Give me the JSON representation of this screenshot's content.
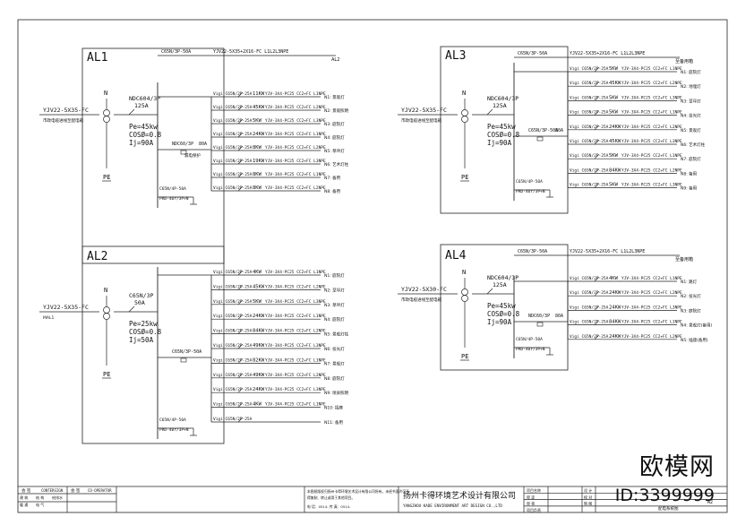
{
  "panels": [
    {
      "id": "AL1",
      "title": "AL1",
      "incoming_cable": "YJV22-5X35-FC",
      "incoming_note": "市政电缆进线至配电箱",
      "main_breaker": [
        "NDC604/3P",
        "125A"
      ],
      "params": [
        "Pe=45kw",
        "COSØ=0.8",
        "Ij=90A"
      ],
      "top_breaker": "C65N/3P-50A",
      "top_cable": "YJV22-5X35+2X16-FC  L1L2L3NPE",
      "top_note": "AL2",
      "sub_breaker": [
        "NDC60/3P",
        "80A"
      ],
      "sub_note": "漏电保护",
      "spare_breaker": [
        "C65N/4P-50A",
        "PRD-40r/3P+N"
      ],
      "circuits": [
        {
          "breaker": "Vigi C65N/2P-25A",
          "load": "11KW",
          "cable": "YJV-3X4-PC25 CC2+FC L1NPE",
          "name": "N1: 景观灯"
        },
        {
          "breaker": "Vigi C65N/2P-25A",
          "load": "45KW",
          "cable": "YJV-3X4-PC25 CC2+FC L2NPE",
          "name": "N2: 景观照明"
        },
        {
          "breaker": "Vigi C65N/2P-25A",
          "load": "5KW",
          "cable": "YJV-3X4-PC25 CC2+FC L3NPE",
          "name": "N3: 庭院灯"
        },
        {
          "breaker": "Vigi C65N/2P-25A",
          "load": "24KW",
          "cable": "YJV-3X4-PC25 CC2+FC L1NPE",
          "name": "N4: 庭院灯"
        },
        {
          "breaker": "Vigi C65N/2P-25A",
          "load": "8KW",
          "cable": "YJV-3X4-PC25 CC2+FC L2NPE",
          "name": "N5: 草坪灯"
        },
        {
          "breaker": "Vigi C65N/2P-25A",
          "load": "19KW",
          "cable": "YJV-3X4-PC25 CC2+FC L3NPE",
          "name": "N6: 艺术灯柱"
        },
        {
          "breaker": "Vigi C65N/2P-25A",
          "load": "8KW",
          "cable": "YJV-3X4-PC25 CC2+FC L1NPE",
          "name": "N7: 备用"
        },
        {
          "breaker": "Vigi C65N/2P-25A",
          "load": "8KW",
          "cable": "YJV-3X4-PC25 CC2+FC L2NPE",
          "name": "N8: 备用"
        }
      ]
    },
    {
      "id": "AL2",
      "title": "AL2",
      "incoming_cable": "YJV22-5X35-FC",
      "incoming_note": "MAL1",
      "main_breaker": [
        "C65N/3P",
        "50A"
      ],
      "params": [
        "Pe=25kw",
        "COSØ=0.8",
        "Ij=50A"
      ],
      "sub_breaker": [
        "C65N/3P-50A",
        ""
      ],
      "spare_breaker": [
        "C65N/4P-50A",
        "PRD-40r/3P+N"
      ],
      "circuits": [
        {
          "breaker": "Vigi C65N/2P-25A",
          "load": "4KW",
          "cable": "YJV-3X4-PC25 CC2+FC L1NPE",
          "name": "N1: 庭院灯"
        },
        {
          "breaker": "Vigi C65N/2P-25A",
          "load": "45KW",
          "cable": "YJV-3X4-PC25 CC2+FC L2NPE",
          "name": "N2: 草坪灯"
        },
        {
          "breaker": "Vigi C65N/2P-25A",
          "load": "5KW",
          "cable": "YJV-3X4-PC25 CC2+FC L3NPE",
          "name": "N3: 草坪灯"
        },
        {
          "breaker": "Vigi C65N/2P-25A",
          "load": "24KW",
          "cable": "YJV-3X4-PC25 CC2+FC L1NPE",
          "name": "N4: 庭院灯"
        },
        {
          "breaker": "Vigi C65N/2P-25A",
          "load": "84KW",
          "cable": "YJV-3X4-PC25 CC2+FC L2NPE",
          "name": "N5: 景观灯柱"
        },
        {
          "breaker": "Vigi C65N/2P-25A",
          "load": "49KW",
          "cable": "YJV-3X4-PC25 CC2+FC L3NPE",
          "name": "N6: 投光灯"
        },
        {
          "breaker": "Vigi C65N/2P-25A",
          "load": "82KW",
          "cable": "YJV-3X4-PC25 CC2+FC L1NPE",
          "name": "N7: 景观灯"
        },
        {
          "breaker": "Vigi C65N/2P-25A",
          "load": "49KW",
          "cable": "YJV-3X4-PC25 CC2+FC L2NPE",
          "name": "N8: 庭院灯"
        },
        {
          "breaker": "Vigi C65N/2P-25A",
          "load": "24KW",
          "cable": "YJV-3X4-PC25 CC2+FC L3NPE",
          "name": "N9: 喷泉照明"
        },
        {
          "breaker": "Vigi C65N/2P-25A",
          "load": "4KW",
          "cable": "YJV-3X4-PC25 CC2+FC L1NPE",
          "name": "N10: 插座"
        },
        {
          "breaker": "Vigi C65N/2P-25A",
          "load": "",
          "cable": "",
          "name": "N11: 备用"
        }
      ]
    },
    {
      "id": "AL3",
      "title": "AL3",
      "incoming_cable": "YJV22-5X35-FC",
      "incoming_note": "市政电缆进线至配电箱",
      "main_breaker": [
        "NDC604/3P",
        "125A"
      ],
      "params": [
        "Pe=45kw",
        "COSØ=0.8",
        "Ij=90A"
      ],
      "top_breaker": "C65N/3P-50A",
      "top_cable": "YJV22-5X35+2X16-FC  L1L2L3NPE",
      "top_note": "至备用箱",
      "sub_breaker": [
        "C65N/3P-50A",
        "80A"
      ],
      "spare_breaker": [
        "C65N/4P-50A",
        "PRD-40r/3P+N"
      ],
      "circuits": [
        {
          "breaker": "Vigi C65N/2P-25A",
          "load": "5KW",
          "cable": "YJV-3X4-PC25 CC2+FC L1NPE",
          "name": "N1: 庭院灯"
        },
        {
          "breaker": "Vigi C65N/2P-25A",
          "load": "45KW",
          "cable": "YJV-3X4-PC25 CC2+FC L2NPE",
          "name": "N2: 地埋灯"
        },
        {
          "breaker": "Vigi C65N/2P-25A",
          "load": "5KW",
          "cable": "YJV-3X4-PC25 CC2+FC L3NPE",
          "name": "N3: 草坪灯"
        },
        {
          "breaker": "Vigi C65N/2P-25A",
          "load": "5KW",
          "cable": "YJV-3X4-PC25 CC2+FC L1NPE",
          "name": "N4: 投光灯"
        },
        {
          "breaker": "Vigi C65N/2P-25A",
          "load": "24KW",
          "cable": "YJV-3X4-PC25 CC2+FC L2NPE",
          "name": "N5: 景观灯"
        },
        {
          "breaker": "Vigi C65N/2P-25A",
          "load": "45KW",
          "cable": "YJV-3X4-PC25 CC2+FC L3NPE",
          "name": "N6: 艺术灯柱"
        },
        {
          "breaker": "Vigi C65N/2P-25A",
          "load": "5KW",
          "cable": "YJV-3X4-PC25 CC2+FC L1NPE",
          "name": "N7: 庭院灯"
        },
        {
          "breaker": "Vigi C65N/2P-25A",
          "load": "84KW",
          "cable": "YJV-3X4-PC25 CC2+FC L2NPE",
          "name": "N8: 备用"
        },
        {
          "breaker": "Vigi C65N/2P-25A",
          "load": "5KW",
          "cable": "YJV-3X4-PC25 CC2+FC L3NPE",
          "name": "N9: 备用"
        }
      ]
    },
    {
      "id": "AL4",
      "title": "AL4",
      "incoming_cable": "YJV22-5X30-FC",
      "incoming_note": "市政电缆进线至配电箱",
      "main_breaker": [
        "NDC604/3P",
        "125A"
      ],
      "params": [
        "Pe=45kw",
        "COSØ=0.8",
        "Ij=90A"
      ],
      "top_breaker": "C65N/3P-50A",
      "top_cable": "YJV22-5X35+2X16-FC  L1L2L3NPE",
      "top_note": "至备用箱",
      "sub_breaker": [
        "NDC60/3P",
        "80A"
      ],
      "spare_breaker": [
        "C65N/4P-50A",
        "PRD-40r/3P+N"
      ],
      "circuits": [
        {
          "breaker": "Vigi C65N/2P-25A",
          "load": "4KW",
          "cable": "YJV-3X4-PC25 CC2+FC L1NPE",
          "name": "N1: 路灯"
        },
        {
          "breaker": "Vigi C65N/2P-25A",
          "load": "24KW",
          "cable": "YJV-3X4-PC25 CC2+FC L2NPE",
          "name": "N2: 投光灯"
        },
        {
          "breaker": "Vigi C65N/2P-25A",
          "load": "24KW",
          "cable": "YJV-3X4-PC25 CC2+FC L3NPE",
          "name": "N3: 庭院灯"
        },
        {
          "breaker": "Vigi C65N/2P-25A",
          "load": "84KW",
          "cable": "YJV-3X4-PC25 CC2+FC L1NPE",
          "name": "N4: 景观灯(备用)"
        },
        {
          "breaker": "Vigi C65N/2P-25A",
          "load": "24KW",
          "cable": "YJV-3X4-PC25 CC2+FC L2NPE",
          "name": "N5: 插座(备用)"
        }
      ]
    }
  ],
  "symbols": {
    "neutral": "N",
    "earth": "PE"
  },
  "title_block": {
    "left_headers": [
      "会 签",
      "CONTERSIGN",
      "会 签",
      "CO-OPERATOR"
    ],
    "left_rows": [
      "建 筑",
      "结 构",
      "给排水",
      "暖 通",
      "电 气"
    ],
    "notice": "本图纸版权归扬州卡得环境艺术设计有限公司所有，未经书面许可不得复制、转让或用于其他项目。",
    "notice_small": "电 话：0514-  传 真：0514-",
    "company_cn": "扬州卡得环境艺术设计有限公司",
    "company_en": "YANGZHOU KADE ENVIRONMENT ART DESIGN CO.,LTD",
    "right_labels": [
      "项目名称",
      "审 定",
      "审 核",
      "项目负责",
      "设 计",
      "校 对",
      "制 图"
    ],
    "drawing_name": "配电系统图",
    "sheet": "A2"
  },
  "watermark": {
    "text": "欧模网",
    "id": "ID:3399999"
  }
}
